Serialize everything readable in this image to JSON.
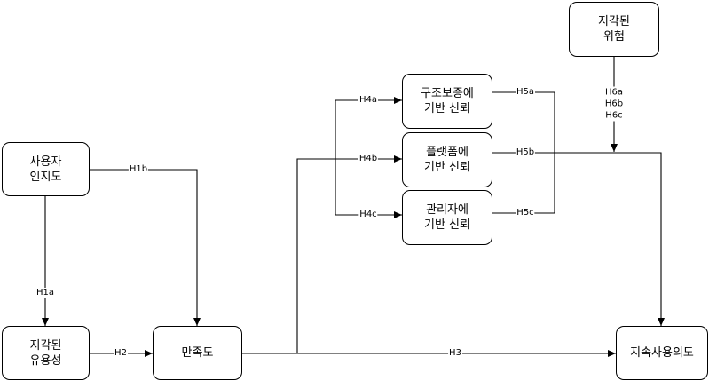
{
  "nodes": {
    "awareness": "사용자\n인지도",
    "usefulness": "지각된\n유용성",
    "satisfaction": "만족도",
    "continued_use": "지속사용의도",
    "trust_structural": "구조보증에\n기반 신뢰",
    "trust_platform": "플랫폼에\n기반 신뢰",
    "trust_manager": "관리자에\n기반 신뢰",
    "risk": "지각된\n위험"
  },
  "edge_labels": {
    "h1a": "H1a",
    "h1b": "H1b",
    "h2": "H2",
    "h3": "H3",
    "h4a": "H4a",
    "h4b": "H4b",
    "h4c": "H4c",
    "h5a": "H5a",
    "h5b": "H5b",
    "h5c": "H5c",
    "h6": "H6a\nH6b\nH6c"
  }
}
